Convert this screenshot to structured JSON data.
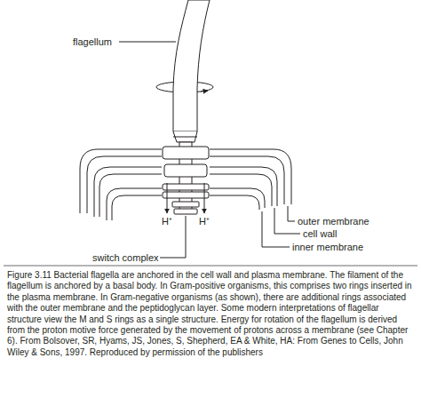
{
  "diagram": {
    "caption": "Figure 3.11 Bacterial flagella are anchored in the cell wall and plasma membrane. The filament of the flagellum is anchored by a basal body. In Gram-positive organisms, this comprises two rings inserted in the plasma membrane. In Gram-negative organisms (as shown), there are additional rings associated with the outer membrane and the peptidoglycan layer. Some modern interpretations of flagellar structure view the M and S rings as a single structure. Energy for rotation of the flagellum is derived from the proton motive force generated by the movement of protons across a membrane (see Chapter 6). From Bolsover, SR, Hyams, JS, Jones, S, Shepherd, EA & White, HA: From Genes to Cells, John Wiley & Sons, 1997. Reproduced by permission of the publishers",
    "labels": [
      "flagellum",
      "H⁺",
      "H⁺",
      "outer membrane",
      "cell wall",
      "inner membrane",
      "switch complex"
    ]
  }
}
